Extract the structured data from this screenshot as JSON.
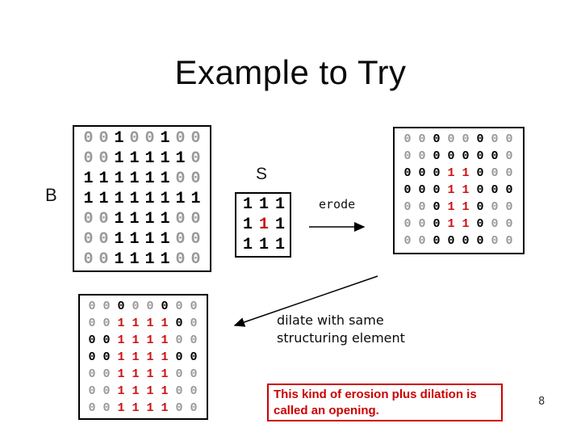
{
  "title": "Example to Try",
  "page_number": "8",
  "colors": {
    "red": "#cc1111",
    "gray": "#999999",
    "black": "#000000",
    "note_red": "#cc0000"
  },
  "labels": {
    "b": "B",
    "s": "S",
    "erode": "erode"
  },
  "dilate_caption": {
    "line1": "dilate with same",
    "line2": "structuring element"
  },
  "note": {
    "line1": "This kind of erosion plus dilation is",
    "line2": "called an opening."
  },
  "matrices": {
    "b": {
      "name": "B (input binary image)",
      "legend": "token format: first char = color (g=gray, k=black, r=red), second char = value",
      "rows": [
        [
          "g0",
          "g0",
          "k1",
          "g0",
          "g0",
          "k1",
          "g0",
          "g0"
        ],
        [
          "g0",
          "g0",
          "k1",
          "k1",
          "k1",
          "k1",
          "k1",
          "g0"
        ],
        [
          "k1",
          "k1",
          "k1",
          "k1",
          "k1",
          "k1",
          "g0",
          "g0"
        ],
        [
          "k1",
          "k1",
          "k1",
          "k1",
          "k1",
          "k1",
          "k1",
          "k1"
        ],
        [
          "g0",
          "g0",
          "k1",
          "k1",
          "k1",
          "k1",
          "g0",
          "g0"
        ],
        [
          "g0",
          "g0",
          "k1",
          "k1",
          "k1",
          "k1",
          "g0",
          "g0"
        ],
        [
          "g0",
          "g0",
          "k1",
          "k1",
          "k1",
          "k1",
          "g0",
          "g0"
        ]
      ]
    },
    "s": {
      "name": "S (3x3 structuring element, red center origin)",
      "rows": [
        [
          "k1",
          "k1",
          "k1"
        ],
        [
          "k1",
          "r1",
          "k1"
        ],
        [
          "k1",
          "k1",
          "k1"
        ]
      ]
    },
    "eroded": {
      "name": "result of eroding B by S (red 1s survive)",
      "rows": [
        [
          "g0",
          "g0",
          "k0",
          "g0",
          "g0",
          "k0",
          "g0",
          "g0"
        ],
        [
          "g0",
          "g0",
          "k0",
          "k0",
          "k0",
          "k0",
          "k0",
          "g0"
        ],
        [
          "k0",
          "k0",
          "k0",
          "r1",
          "r1",
          "k0",
          "g0",
          "g0"
        ],
        [
          "k0",
          "k0",
          "k0",
          "r1",
          "r1",
          "k0",
          "k0",
          "k0"
        ],
        [
          "g0",
          "g0",
          "k0",
          "r1",
          "r1",
          "k0",
          "g0",
          "g0"
        ],
        [
          "g0",
          "g0",
          "k0",
          "r1",
          "r1",
          "k0",
          "g0",
          "g0"
        ],
        [
          "g0",
          "g0",
          "k0",
          "k0",
          "k0",
          "k0",
          "g0",
          "g0"
        ]
      ]
    },
    "dilated": {
      "name": "result of dilating the eroded image with same structuring element (opening)",
      "rows": [
        [
          "g0",
          "g0",
          "k0",
          "g0",
          "g0",
          "k0",
          "g0",
          "g0"
        ],
        [
          "g0",
          "g0",
          "r1",
          "r1",
          "r1",
          "r1",
          "k0",
          "g0"
        ],
        [
          "k0",
          "k0",
          "r1",
          "r1",
          "r1",
          "r1",
          "g0",
          "g0"
        ],
        [
          "k0",
          "k0",
          "r1",
          "r1",
          "r1",
          "r1",
          "k0",
          "k0"
        ],
        [
          "g0",
          "g0",
          "r1",
          "r1",
          "r1",
          "r1",
          "g0",
          "g0"
        ],
        [
          "g0",
          "g0",
          "r1",
          "r1",
          "r1",
          "r1",
          "g0",
          "g0"
        ],
        [
          "g0",
          "g0",
          "r1",
          "r1",
          "r1",
          "r1",
          "g0",
          "g0"
        ]
      ]
    }
  }
}
